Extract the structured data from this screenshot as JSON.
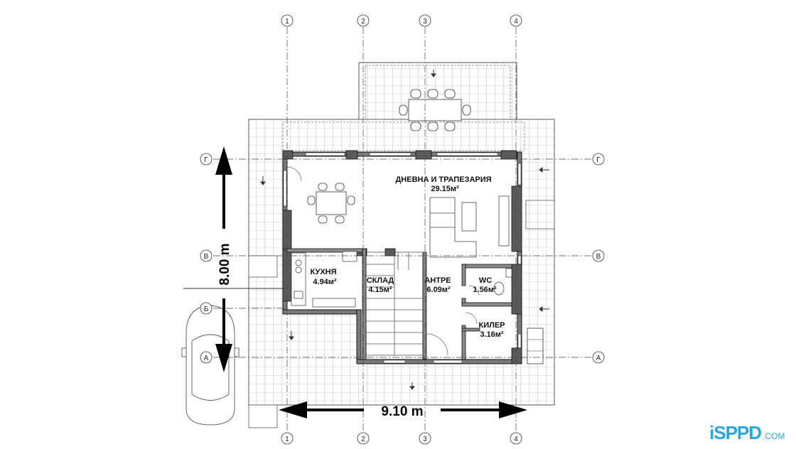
{
  "axes": {
    "vertical": [
      "1",
      "2",
      "3",
      "4"
    ],
    "horizontal": [
      "Г",
      "В",
      "Б",
      "А"
    ]
  },
  "dimensions": {
    "width": "9.10 m",
    "depth": "8.00 m"
  },
  "rooms": {
    "living": {
      "name": "ДНЕВНА И ТРАПЕЗАРИЯ",
      "area": "29.15м²"
    },
    "kitchen": {
      "name": "КУХНЯ",
      "area": "4.94м²"
    },
    "storage": {
      "name": "СКЛАД",
      "area": "4.15м²"
    },
    "hall": {
      "name": "АНТРЕ",
      "area": "6.09м²"
    },
    "wc": {
      "name": "WC",
      "area": "1.56м²"
    },
    "pantry": {
      "name": "КИЛЕР",
      "area": "3.16м²"
    }
  },
  "watermark": {
    "brand": "iSPPD",
    "suffix": ".COM"
  },
  "colors": {
    "line": "#222222",
    "grid": "#9a9a9a",
    "wall": "#6f6f6f",
    "logo": "#29a8e0"
  }
}
